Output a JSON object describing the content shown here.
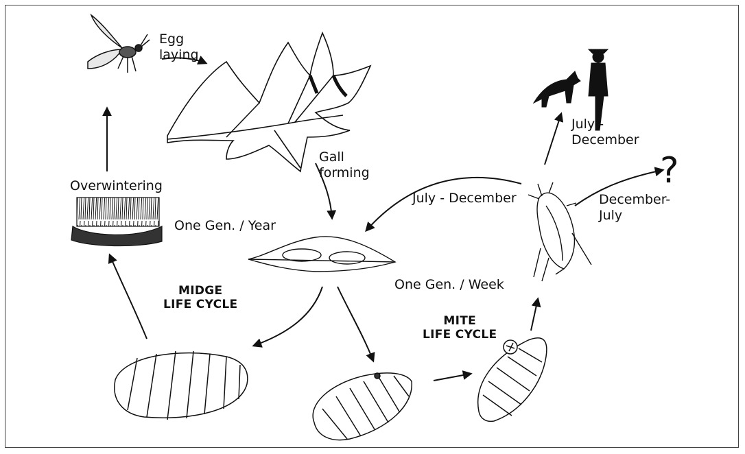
{
  "labels": {
    "egg_laying": "Egg\nlaying",
    "gall_forming": "Gall\nforming",
    "overwintering": "Overwintering",
    "one_gen_year": "One Gen. / Year",
    "one_gen_week": "One Gen. / Week",
    "july_december_top": "July -\nDecember",
    "july_december_mid": "July - December",
    "december_july": "December-\nJuly",
    "question_mark": "?",
    "midge_life_cycle": "MIDGE\nLIFE CYCLE",
    "mite_life_cycle": "MITE\nLIFE CYCLE"
  },
  "colors": {
    "ink": "#111111",
    "background": "#ffffff"
  }
}
